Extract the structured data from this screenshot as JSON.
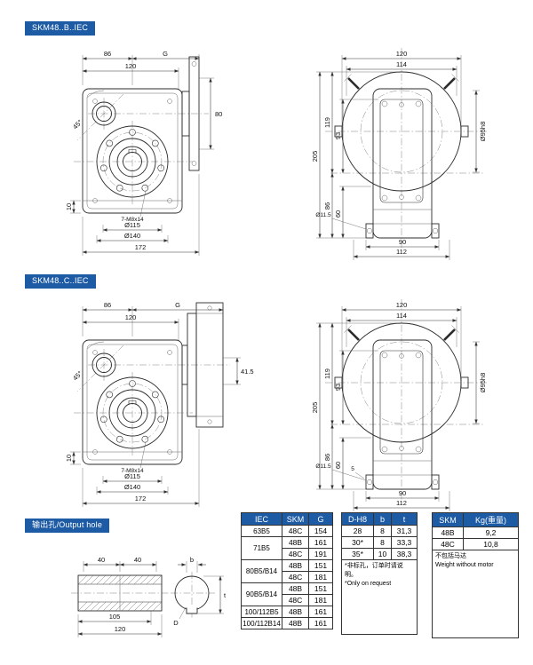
{
  "sections": {
    "b_label": "SKM48..B..IEC",
    "c_label": "SKM48..C..IEC",
    "output_label": "输出孔/Output hole"
  },
  "dims": {
    "bf": {
      "w86": "86",
      "g": "G",
      "w120": "120",
      "h80": "80",
      "a45": "45°",
      "h10": "10",
      "bolts": "7-M8x14",
      "d115": "Ø115",
      "d140": "Ø140",
      "w172": "172"
    },
    "bs": {
      "w120": "120",
      "w114": "114",
      "h205": "205",
      "h119": "119",
      "h93": "93",
      "h86": "86",
      "h60": "60",
      "w90": "90",
      "w112": "112",
      "d95": "Ø95h8",
      "d11": "Ø11.5"
    },
    "cf": {
      "w86": "86",
      "g": "G",
      "w120": "120",
      "h41": "41.5",
      "a45": "45°",
      "h10": "10",
      "bolts": "7-M8x14",
      "d115": "Ø115",
      "d140": "Ø140",
      "w172": "172"
    },
    "cs": {
      "w120": "120",
      "w114": "114",
      "h205": "205",
      "h119": "119",
      "h93": "93",
      "h86": "86",
      "h60": "60",
      "t5": "5",
      "w90": "90",
      "w112": "112",
      "d95": "Ø95h8",
      "d11": "Ø11.5"
    },
    "out": {
      "w40a": "40",
      "w40b": "40",
      "w105": "105",
      "w120": "120",
      "b": "b",
      "t": "t",
      "d": "D"
    }
  },
  "tables": {
    "iec": {
      "headers": [
        "IEC",
        "SKM",
        "G"
      ],
      "rows": [
        [
          "63B5",
          "48C",
          "154"
        ],
        [
          "71B5",
          "48B",
          "161"
        ],
        [
          "",
          "48C",
          "191"
        ],
        [
          "80B5/B14",
          "48B",
          "151"
        ],
        [
          "",
          "48C",
          "181"
        ],
        [
          "90B5/B14",
          "48B",
          "151"
        ],
        [
          "",
          "48C",
          "181"
        ],
        [
          "100/112B5",
          "48B",
          "161"
        ],
        [
          "100/112B14",
          "48B",
          "161"
        ]
      ]
    },
    "bore": {
      "headers": [
        "D-H8",
        "b",
        "t"
      ],
      "rows": [
        [
          "28",
          "8",
          "31,3"
        ],
        [
          "30*",
          "8",
          "33,3"
        ],
        [
          "35*",
          "10",
          "38,3"
        ]
      ],
      "note_zh": "*非标孔，订单时请说明。",
      "note_en": "*Only on request"
    },
    "weight": {
      "headers": [
        "SKM",
        "Kg(重量)"
      ],
      "rows": [
        [
          "48B",
          "9,2"
        ],
        [
          "48C",
          "10,8"
        ]
      ],
      "note_zh": "不包括马达",
      "note_en": "Weight without motor"
    }
  }
}
